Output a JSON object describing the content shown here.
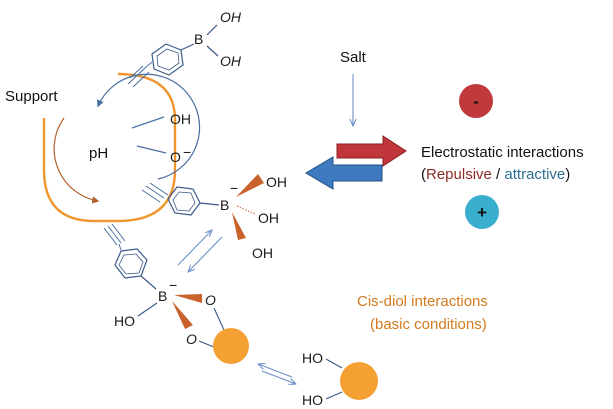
{
  "labels": {
    "support": "Support",
    "ph": "pH",
    "salt": "Salt",
    "electrostatic_title": "Electrostatic interactions",
    "paren_open": "(",
    "repulsive": "Repulsive",
    "slash": " / ",
    "attractive": "attractive",
    "paren_close": ")",
    "cis_title": "Cis-diol interactions",
    "cis_sub": "(basic conditions)"
  },
  "charges": {
    "negative": "-",
    "positive": "+",
    "minus": "−"
  },
  "chemistry": {
    "top": {
      "boron": "B",
      "oh1": "OH",
      "oh2": "OH"
    },
    "surface": {
      "oh": "OH",
      "o_minus": "O"
    },
    "middle": {
      "boron": "B",
      "oh1": "OH",
      "oh2": "OH",
      "oh3": "OH"
    },
    "bottom": {
      "boron": "B",
      "ho": "HO",
      "o1": "O",
      "o2": "O"
    },
    "diol": {
      "ho1": "HO",
      "ho2": "HO"
    }
  },
  "colors": {
    "support_outline": "#f0962e",
    "cycle_arrow_top": "#4a6fa0",
    "cycle_arrow_bottom": "#b4602a",
    "red_arrow": "#c0363a",
    "blue_arrow": "#3e7ac0",
    "thin_arrow": "#6f8fc8",
    "negative_circle": "#c0393b",
    "positive_circle": "#3aaecf",
    "orange_circle": "#f5a033",
    "wedge": "#c8622a",
    "ring": "#3a5a8a",
    "repulsive_text": "#8b2b26",
    "attractive_text": "#2d6f8f",
    "cis_text": "#d47a1e"
  }
}
